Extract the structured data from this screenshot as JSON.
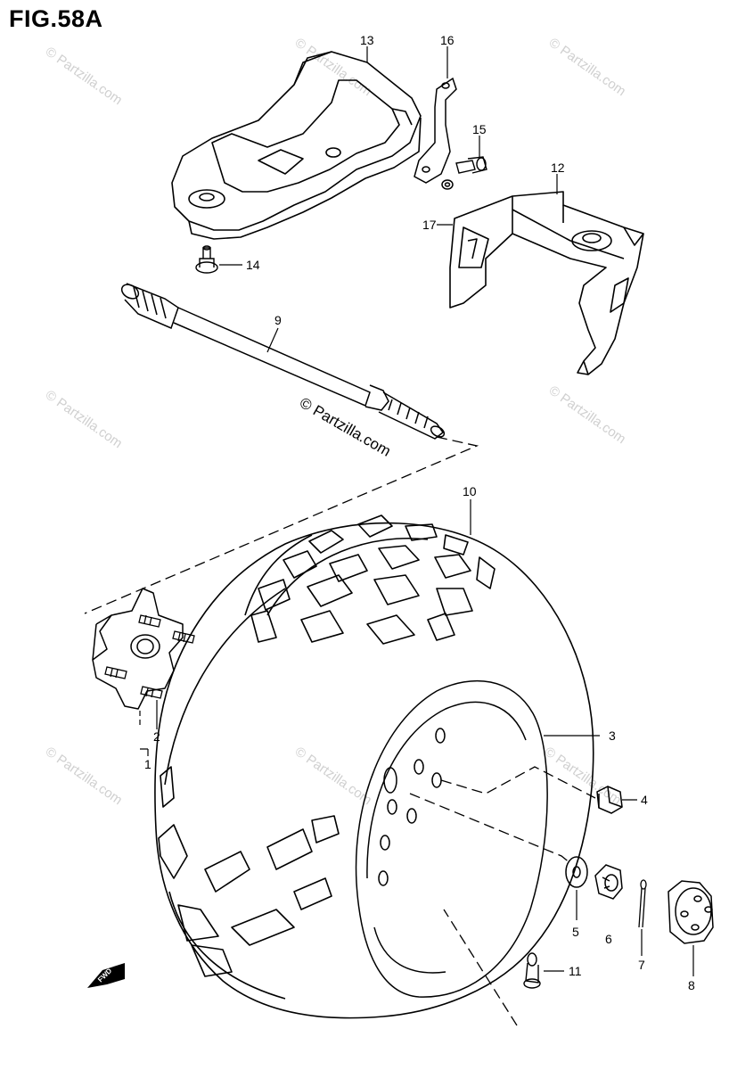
{
  "figure": {
    "title": "FIG.58A",
    "watermark_main": "© Partzilla.com",
    "watermark": "© Partzilla.com",
    "fwd_label": "FWD"
  },
  "parts": [
    {
      "id": "part-1",
      "label": "1",
      "name": "wheel-hub"
    },
    {
      "id": "part-2",
      "label": "2",
      "name": "hub-stud"
    },
    {
      "id": "part-3",
      "label": "3",
      "name": "rim"
    },
    {
      "id": "part-4",
      "label": "4",
      "name": "wheel-nut"
    },
    {
      "id": "part-5",
      "label": "5",
      "name": "washer"
    },
    {
      "id": "part-6",
      "label": "6",
      "name": "castle-nut"
    },
    {
      "id": "part-7",
      "label": "7",
      "name": "cotter-pin"
    },
    {
      "id": "part-8",
      "label": "8",
      "name": "hub-cap"
    },
    {
      "id": "part-9",
      "label": "9",
      "name": "axle-shaft"
    },
    {
      "id": "part-10",
      "label": "10",
      "name": "tire"
    },
    {
      "id": "part-11",
      "label": "11",
      "name": "valve"
    },
    {
      "id": "part-12",
      "label": "12",
      "name": "bracket"
    },
    {
      "id": "part-13",
      "label": "13",
      "name": "skid-plate"
    },
    {
      "id": "part-14",
      "label": "14",
      "name": "bolt"
    },
    {
      "id": "part-15",
      "label": "15",
      "name": "bolt"
    },
    {
      "id": "part-16",
      "label": "16",
      "name": "plate"
    },
    {
      "id": "part-17",
      "label": "17",
      "name": "bolt"
    }
  ]
}
